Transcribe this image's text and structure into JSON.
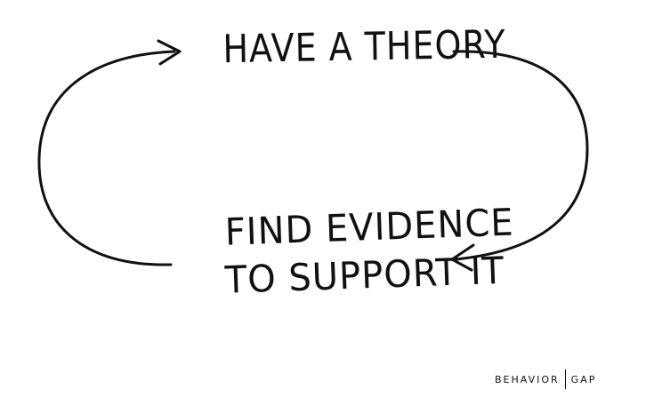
{
  "cycle": {
    "top_label": "Have a Theory",
    "bottom_label_line1": "Find Evidence",
    "bottom_label_line2": "To Support It"
  },
  "brand": {
    "left": "Behavior",
    "right": "Gap"
  },
  "colors": {
    "ink": "#111111",
    "background": "#ffffff"
  }
}
